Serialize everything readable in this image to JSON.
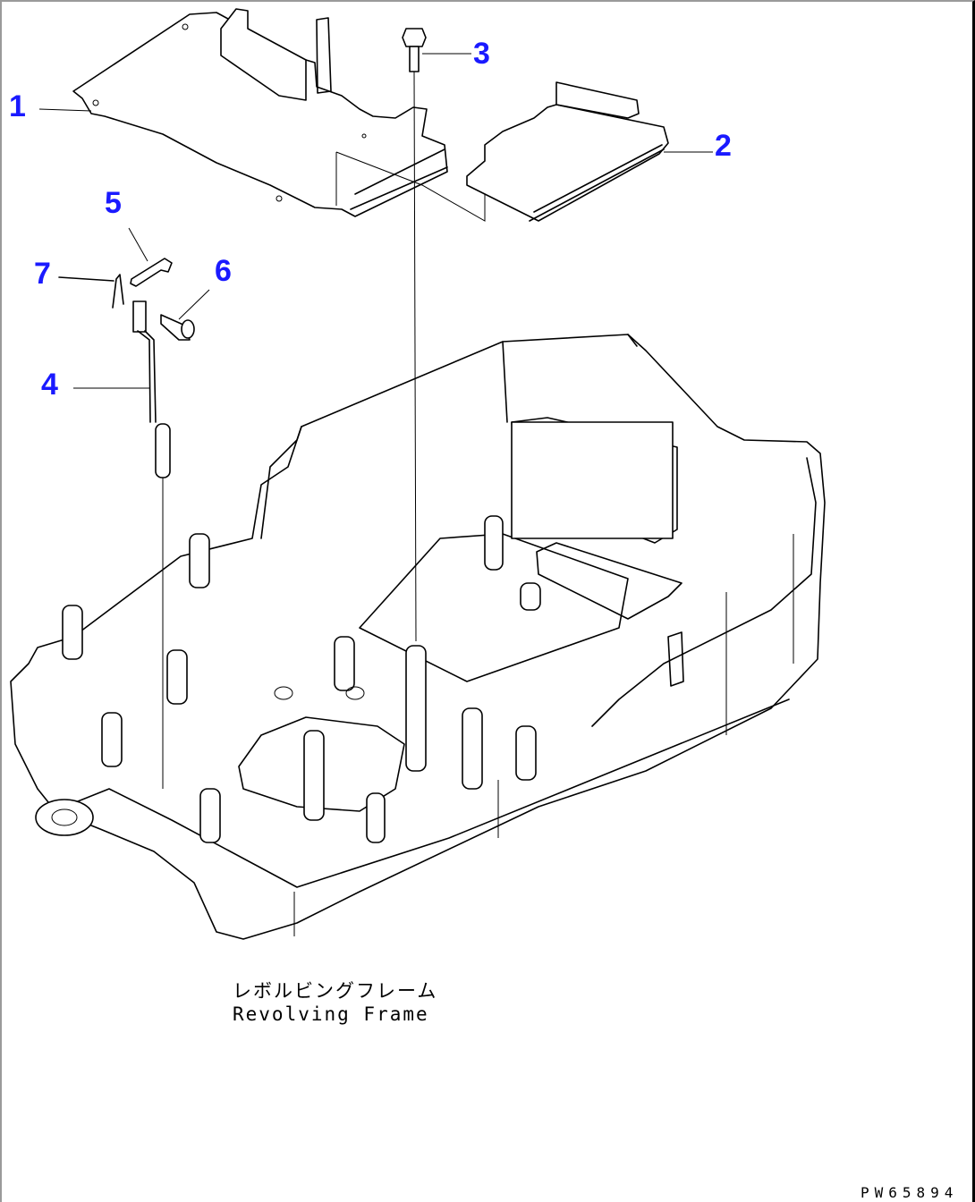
{
  "drawing": {
    "callouts": [
      {
        "id": "1",
        "label": "1"
      },
      {
        "id": "2",
        "label": "2"
      },
      {
        "id": "3",
        "label": "3"
      },
      {
        "id": "4",
        "label": "4"
      },
      {
        "id": "5",
        "label": "5"
      },
      {
        "id": "6",
        "label": "6"
      },
      {
        "id": "7",
        "label": "7"
      }
    ],
    "callout_color": "#1a1aff",
    "caption_jp": "レボルビングフレーム",
    "caption_en": "Revolving Frame",
    "drawing_code": "PW65894"
  }
}
